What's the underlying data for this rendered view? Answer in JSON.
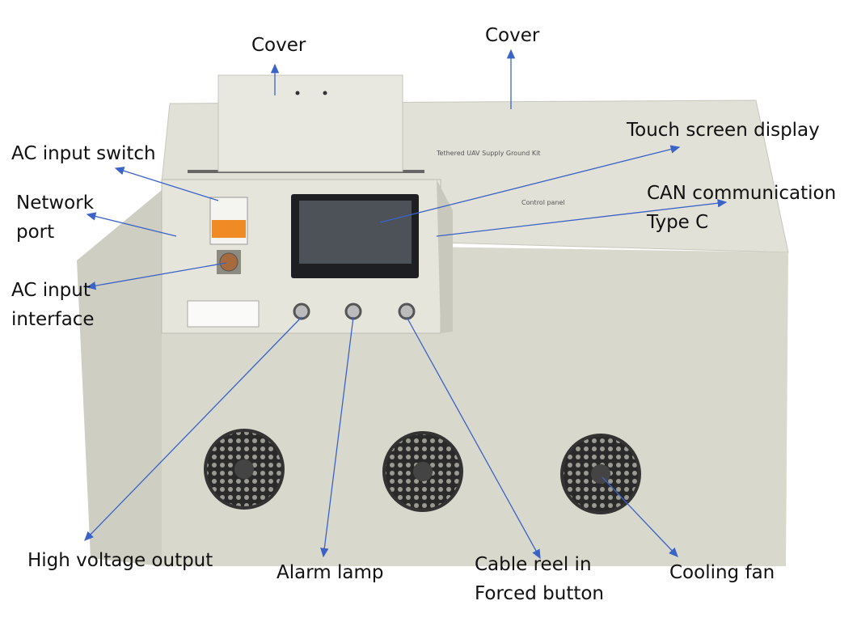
{
  "labels": {
    "cover_left": "Cover",
    "cover_right": "Cover",
    "touch_screen": "Touch screen display",
    "ac_switch": "AC input switch",
    "network_port_1": "Network",
    "network_port_2": "port",
    "can_comm_1": "CAN communication",
    "can_comm_2": "Type C",
    "ac_interface_1": "AC input",
    "ac_interface_2": "interface",
    "high_voltage": "High voltage output",
    "alarm_lamp": "Alarm lamp",
    "cable_reel_1": "Cable reel in",
    "cable_reel_2": "Forced button",
    "cooling_fan": "Cooling fan"
  },
  "device": {
    "product_name": "Tethered UAV Supply Ground Kit",
    "panel_label": "Control panel"
  },
  "colors": {
    "arrow": "#3a63c8",
    "body": "#dcdbd0",
    "accent_orange": "#f08a24"
  }
}
